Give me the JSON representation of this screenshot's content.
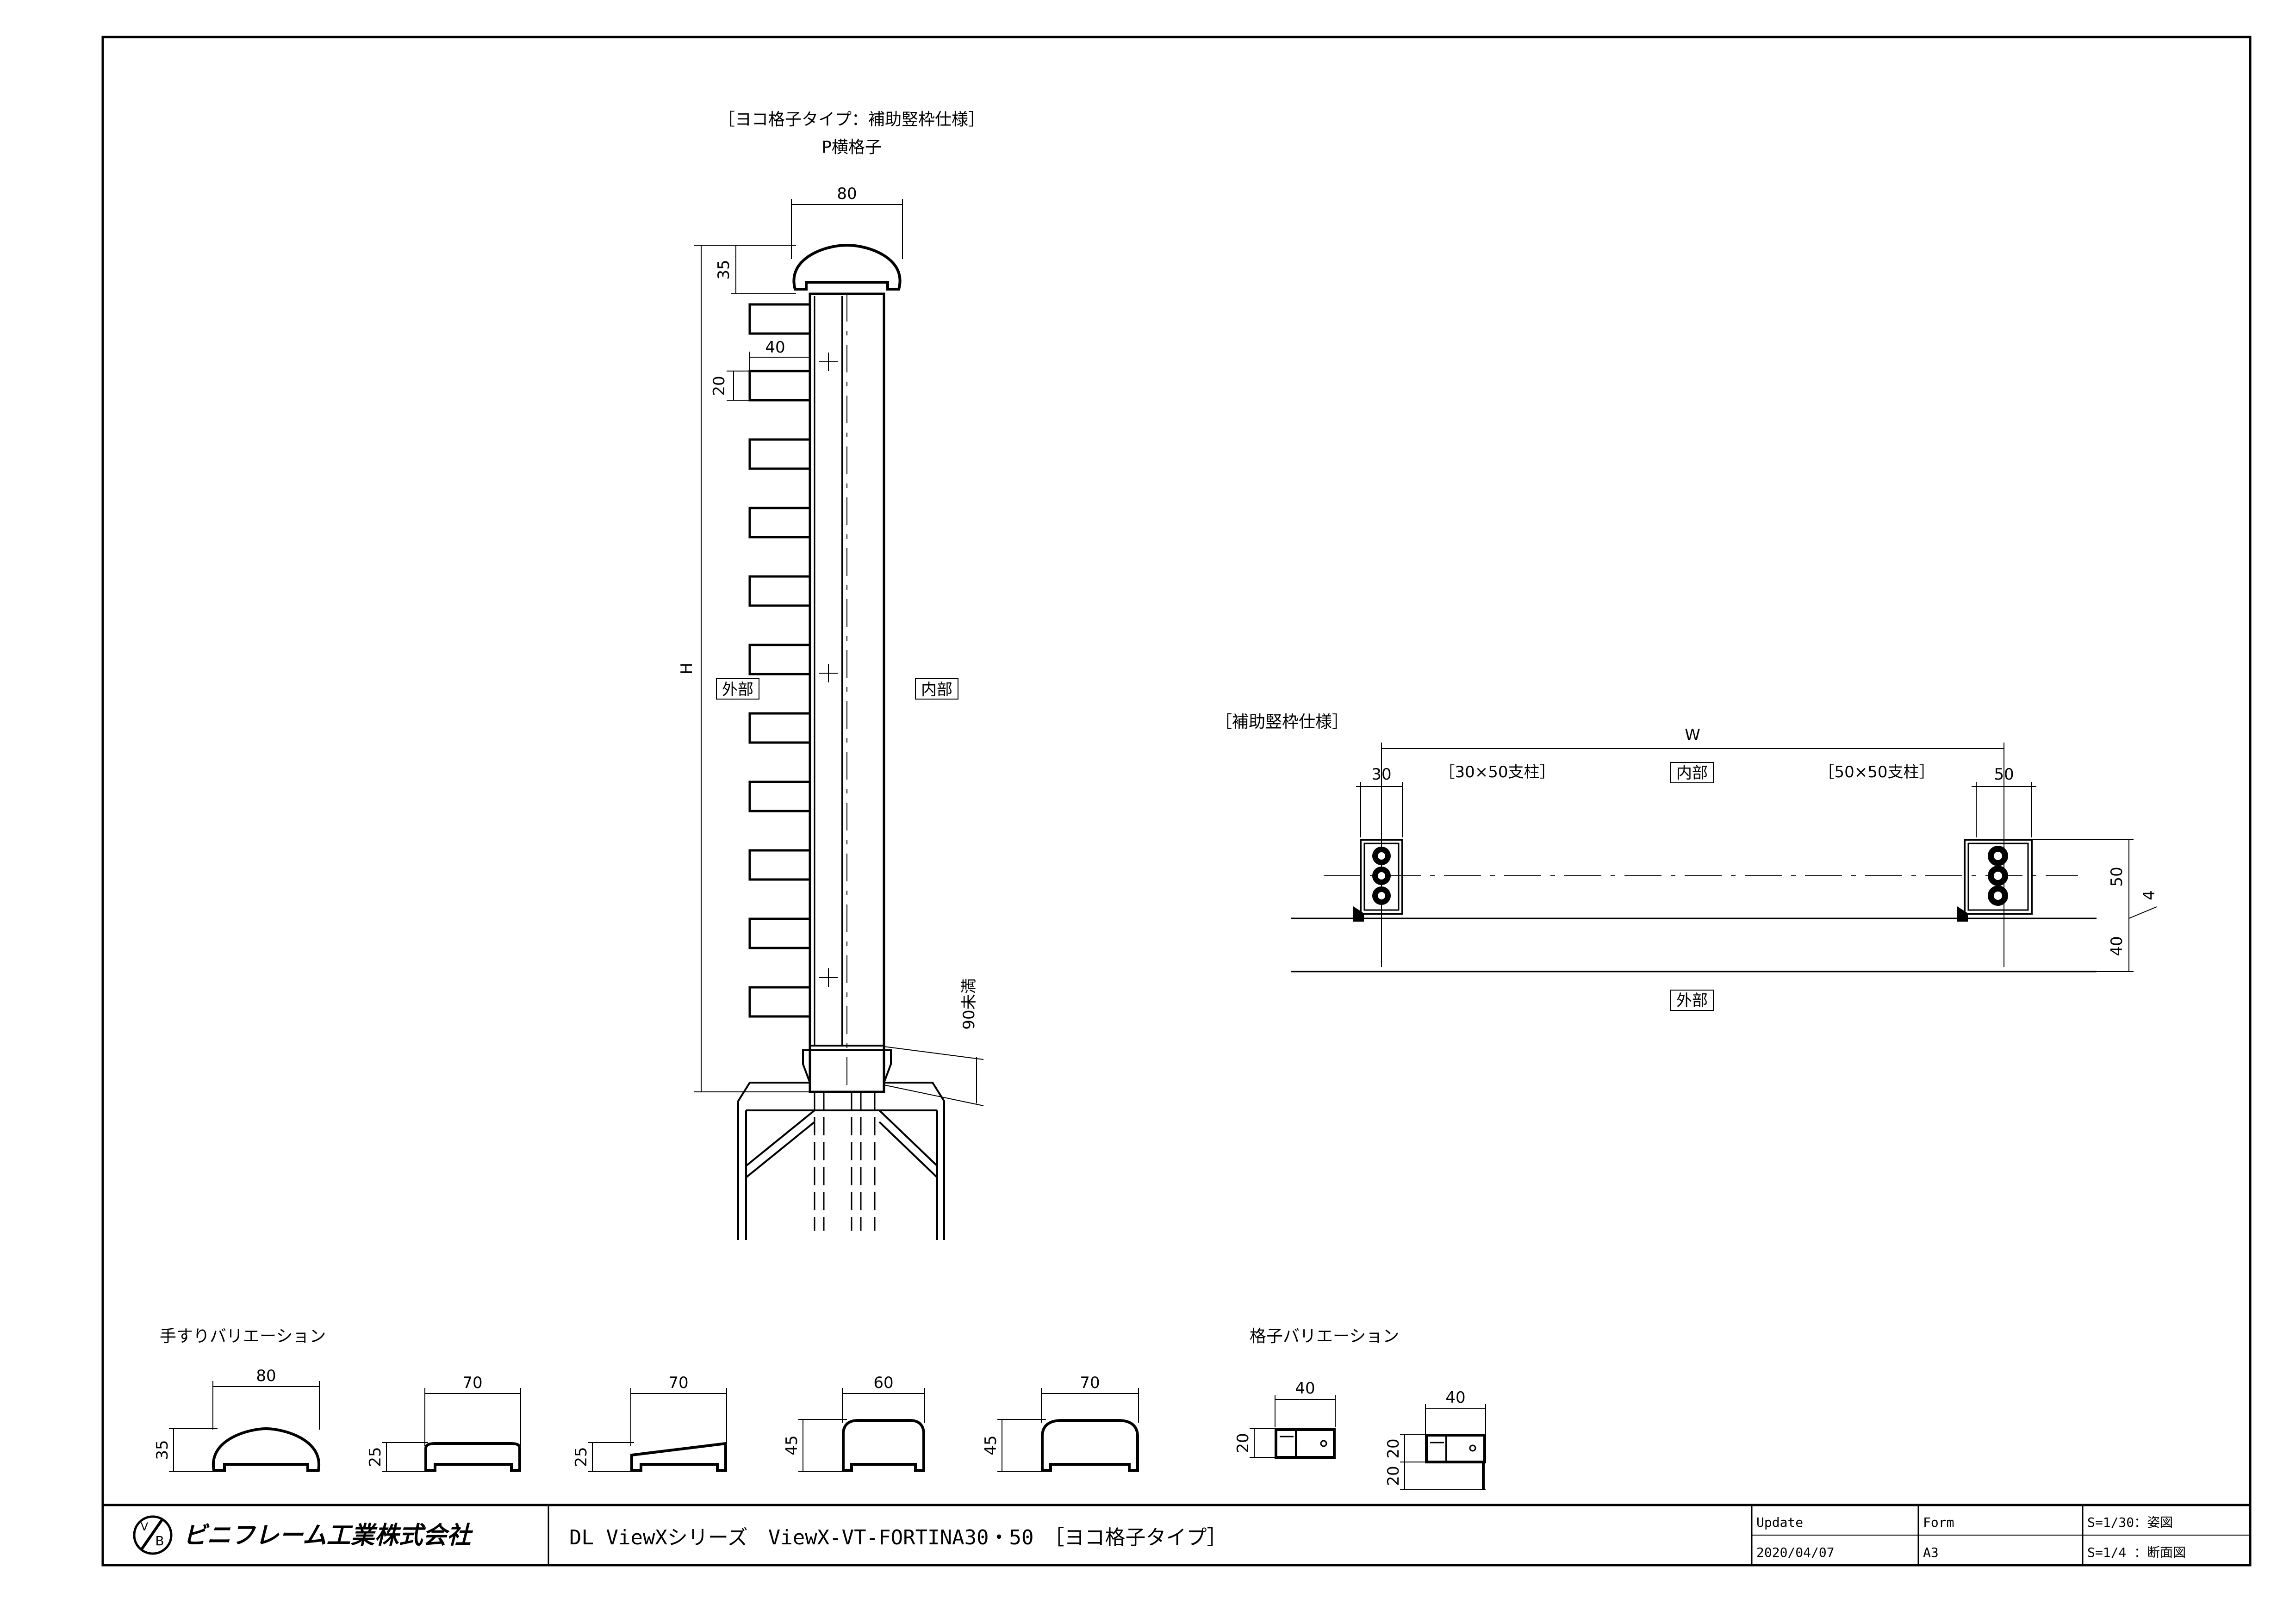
{
  "drawing": {
    "side_view": {
      "heading": "［ヨコ格子タイプ：補助竪枠仕様］",
      "subheading": "P横格子",
      "dim_top_width": "80",
      "dim_top_height": "35",
      "dim_slat_width": "40",
      "dim_slat_height": "20",
      "dim_total_height": "H",
      "label_exterior": "外部",
      "label_interior": "内部",
      "dim_gap_note": "90未満"
    },
    "plan_view": {
      "heading": "［補助竪枠仕様］",
      "dim_width": "W",
      "dim_left_post": "30",
      "note_left_post": "［30×50支柱］",
      "label_interior": "内部",
      "note_right_post": "［50×50支柱］",
      "dim_right_post": "50",
      "dim_depth_post": "50",
      "dim_offset": "4",
      "dim_depth_base": "40",
      "label_exterior": "外部"
    },
    "handrail_variations": {
      "heading": "手すりバリエーション",
      "items": [
        {
          "width": "80",
          "height": "35"
        },
        {
          "width": "70",
          "height": "25"
        },
        {
          "width": "70",
          "height": "25"
        },
        {
          "width": "60",
          "height": "45"
        },
        {
          "width": "70",
          "height": "45"
        }
      ]
    },
    "lattice_variations": {
      "heading": "格子バリエーション",
      "items": [
        {
          "width": "40",
          "height": "20"
        },
        {
          "width": "40",
          "height_a": "20",
          "height_b": "20"
        }
      ]
    }
  },
  "title_block": {
    "company": "ビニフレーム工業株式会社",
    "title": "DL ViewXシリーズ　ViewX-VT-FORTINA30・50　［ヨコ格子タイプ］",
    "update_label": "Update",
    "update_value": "2020/04/07",
    "form_label": "Form",
    "form_value": "A3",
    "scale_1": "S=1/30：姿図",
    "scale_2": "S=1/4 ：断面図"
  }
}
